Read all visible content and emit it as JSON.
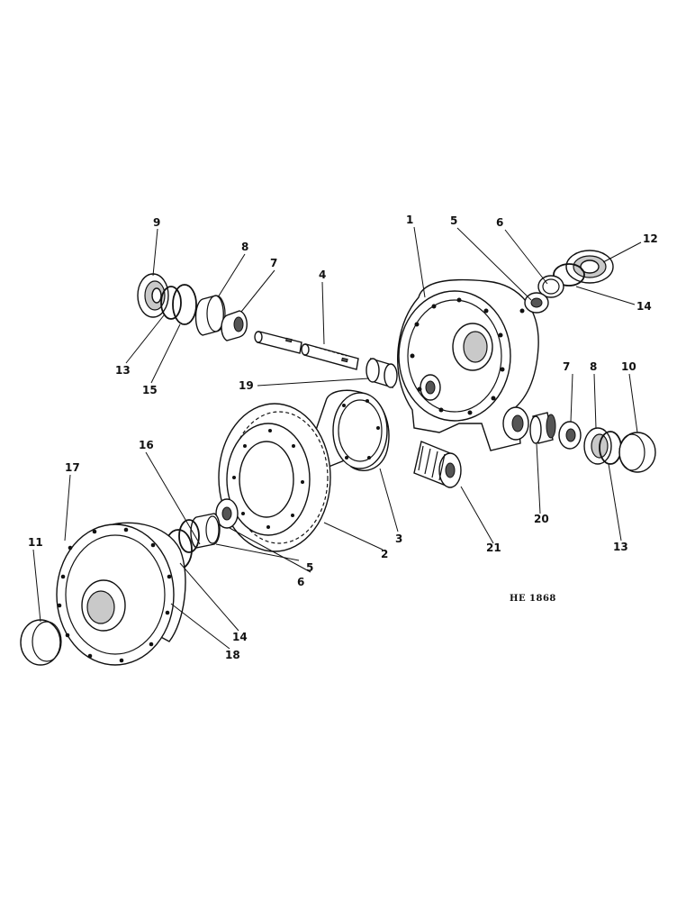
{
  "diagram_code": "HE 1868",
  "callouts": {
    "c1": "1",
    "c2": "2",
    "c3": "3",
    "c4": "4",
    "c5a": "5",
    "c5b": "5",
    "c6a": "6",
    "c6b": "6",
    "c7a": "7",
    "c7b": "7",
    "c8a": "8",
    "c8b": "8",
    "c9": "9",
    "c10": "10",
    "c11": "11",
    "c12": "12",
    "c13a": "13",
    "c13b": "13",
    "c14a": "14",
    "c14b": "14",
    "c15": "15",
    "c16": "16",
    "c17": "17",
    "c18": "18",
    "c19": "19",
    "c20": "20",
    "c21": "21"
  }
}
